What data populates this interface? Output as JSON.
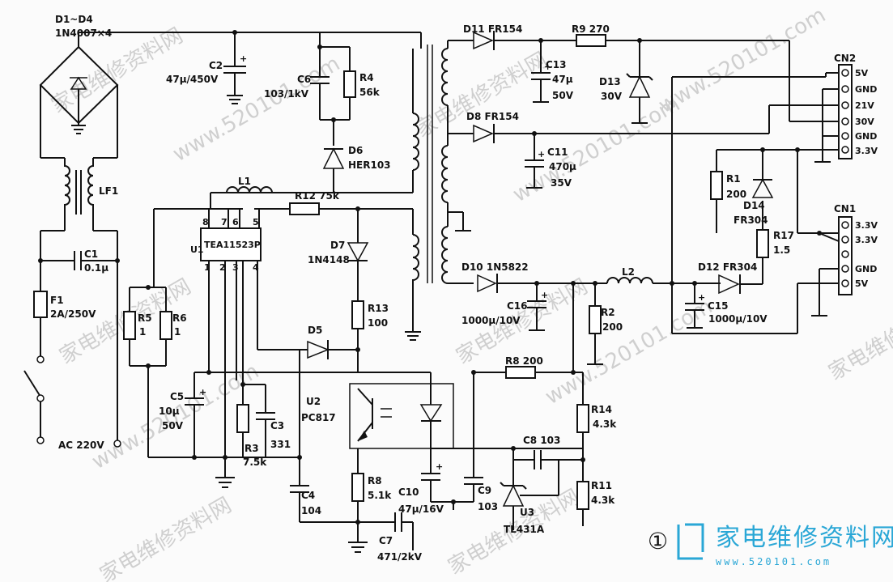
{
  "labels": {
    "bridge_ref": "D1~D4",
    "bridge_val": "1N4007×4",
    "c2_ref": "C2",
    "c2_val": "47μ/450V",
    "c6_ref": "C6",
    "c6_val": "103/1kV",
    "r4_ref": "R4",
    "r4_val": "56k",
    "d6_ref": "D6",
    "d6_val": "HER103",
    "lf1": "LF1",
    "l1": "L1",
    "r12": "R12 75k",
    "c1_ref": "C1",
    "c1_val": "0.1μ",
    "u1_ref": "U1",
    "u1_part": "TEA11523P",
    "u1_pin1": "1",
    "u1_pin2": "2",
    "u1_pin3": "3",
    "u1_pin4": "4",
    "u1_pin5": "5",
    "u1_pin6": "6",
    "u1_pin7": "7",
    "u1_pin8": "8",
    "d7_ref": "D7",
    "d7_val": "1N4148",
    "f1_ref": "F1",
    "f1_val": "2A/250V",
    "r5_ref": "R5",
    "r5_val": "1",
    "r6_ref": "R6",
    "r6_val": "1",
    "r13_ref": "R13",
    "r13_val": "100",
    "d5": "D5",
    "c5_ref": "C5",
    "c5_val1": "10μ",
    "c5_val2": "50V",
    "c3_ref": "C3",
    "c3_val": "331",
    "r3_ref": "R3",
    "r3_val": "7.5k",
    "u2_ref": "U2",
    "u2_val": "PC817",
    "ac": "AC 220V",
    "c4_ref": "C4",
    "c4_val": "104",
    "r8_ref": "R8",
    "r8_val": "5.1k",
    "c7_ref": "C7",
    "c7_val": "471/2kV",
    "c10_ref": "C10",
    "c10_val": "47μ/16V",
    "c9_ref": "C9",
    "c9_val": "103",
    "u3_ref": "U3",
    "u3_val": "TL431A",
    "c8": "C8 103",
    "r14_ref": "R14",
    "r14_val": "4.3k",
    "r11_ref": "R11",
    "r11_val": "4.3k",
    "r8b": "R8 200",
    "d11": "D11 FR154",
    "r9": "R9 270",
    "c13_ref": "C13",
    "c13_val1": "47μ",
    "c13_val2": "50V",
    "d13_ref": "D13",
    "d13_val": "30V",
    "d8": "D8 FR154",
    "c11_ref": "C11",
    "c11_val1": "470μ",
    "c11_val2": "35V",
    "d10": "D10 1N5822",
    "l2": "L2",
    "c16_ref": "C16",
    "c16_val": "1000μ/10V",
    "r2_ref": "R2",
    "r2_val": "200",
    "d12": "D12 FR304",
    "c15_ref": "C15",
    "c15_val": "1000μ/10V",
    "r1_ref": "R1",
    "r1_val": "200",
    "d14_ref": "D14",
    "d14_val": "FR304",
    "r17_ref": "R17",
    "r17_val": "1.5",
    "cn2": "CN2",
    "cn2_p1": "5V",
    "cn2_p2": "GND",
    "cn2_p3": "21V",
    "cn2_p4": "30V",
    "cn2_p5": "GND",
    "cn2_p6": "3.3V",
    "cn1": "CN1",
    "cn1_p1": "3.3V",
    "cn1_p2": "3.3V",
    "cn1_p3": "",
    "cn1_p4": "GND",
    "cn1_p5": "5V"
  },
  "badge": {
    "number": "①",
    "text": "家电维修资料网",
    "url": "www.520101.com"
  },
  "watermarks": {
    "a": "家电维修资料网",
    "b": "www.520101.com"
  },
  "colors": {
    "ink": "#111111",
    "logo": "#2aa7d6",
    "watermark": "#cfcfcf"
  }
}
